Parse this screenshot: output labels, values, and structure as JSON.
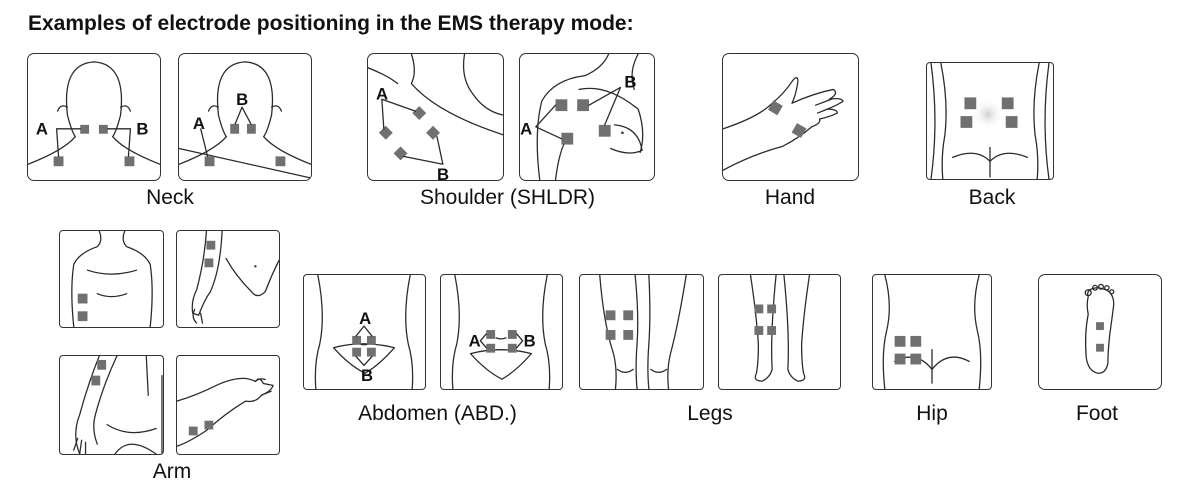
{
  "title": "Examples of electrode positioning in the EMS therapy mode:",
  "captions": {
    "neck": "Neck",
    "shoulder": "Shoulder (SHLDR)",
    "hand": "Hand",
    "back": "Back",
    "arm": "Arm",
    "abdomen": "Abdomen (ABD.)",
    "legs": "Legs",
    "hip": "Hip",
    "foot": "Foot"
  },
  "labels": {
    "a": "A",
    "b": "B"
  },
  "colors": {
    "electrode_pad": "#707070",
    "outline": "#2a2a2a",
    "border": "#333333"
  }
}
